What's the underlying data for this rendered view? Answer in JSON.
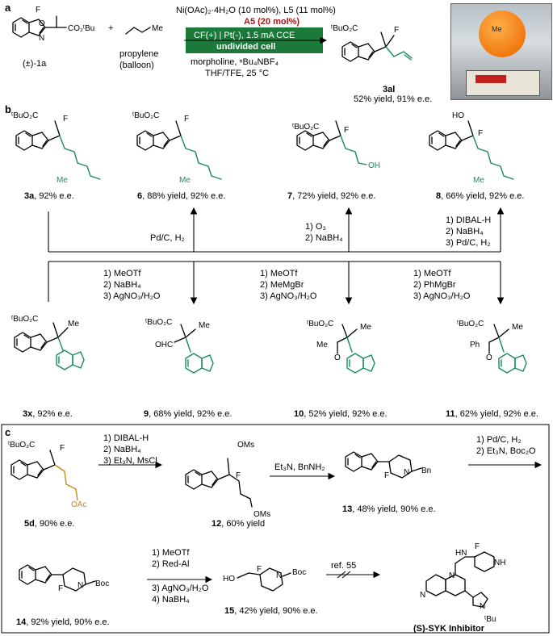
{
  "panel_a": {
    "label": "a",
    "conditions_line1": "Ni(OAc)₂·4H₂O (10 mol%), L5 (11 mol%)",
    "conditions_line2": "A5 (20 mol%)",
    "cell_line1": "CF(+) | Pt(-), 1.5 mA CCE",
    "cell_line2": "undivided cell",
    "conditions_line3": "morpholine, ⁿBu₄NBF₄",
    "conditions_line4": "THF/TFE, 25 °C",
    "substrate_label": "(±)-1a",
    "plus": "+",
    "propylene_label": "propylene",
    "propylene_sub": "(balloon)",
    "product_label": "3al",
    "product_yield": "52% yield, 91% e.e.",
    "me_label": "Me",
    "photo_caption": "Me"
  },
  "panel_b": {
    "label": "b",
    "compounds": [
      {
        "id": "3a",
        "text": ", 92% e.e."
      },
      {
        "id": "6",
        "text": ", 88% yield, 92% e.e."
      },
      {
        "id": "7",
        "text": ", 72% yield, 92% e.e."
      },
      {
        "id": "8",
        "text": ", 66% yield, 92% e.e."
      },
      {
        "id": "3x",
        "text": ", 92% e.e."
      },
      {
        "id": "9",
        "text": ", 68% yield, 92% e.e."
      },
      {
        "id": "10",
        "text": ", 52% yield, 92% e.e."
      },
      {
        "id": "11",
        "text": ", 62% yield, 92% e.e."
      }
    ],
    "cond_6": "Pd/C, H₂",
    "cond_7": [
      "1) O₃",
      "2) NaBH₄"
    ],
    "cond_8": [
      "1) DIBAL-H",
      "2) NaBH₄",
      "3) Pd/C, H₂"
    ],
    "cond_9": [
      "1) MeOTf",
      "2) NaBH₄",
      "3) AgNO₃/H₂O"
    ],
    "cond_10": [
      "1) MeOTf",
      "2) MeMgBr",
      "3) AgNO₃/H₂O"
    ],
    "cond_11": [
      "1) MeOTf",
      "2) PhMgBr",
      "3) AgNO₃/H₂O"
    ]
  },
  "panel_c": {
    "label": "c",
    "cond_12": [
      "1) DIBAL-H",
      "2) NaBH₄",
      "3) Et₃N, MsCl"
    ],
    "cond_13": "Et₃N, BnNH₂",
    "cond_14": [
      "1) Pd/C, H₂",
      "2) Et₃N, Boc₂O"
    ],
    "cond_15": [
      "1) MeOTf",
      "2) Red-Al",
      "3) AgNO₃/H₂O",
      "4) NaBH₄"
    ],
    "cond_syk": "ref. 55",
    "c5d": {
      "id": "5d",
      "text": ", 90% e.e."
    },
    "c12": {
      "id": "12",
      "text": ", 60% yield"
    },
    "c13": {
      "id": "13",
      "text": ", 48% yield, 90% e.e."
    },
    "c14": {
      "id": "14",
      "text": ", 92% yield, 90% e.e."
    },
    "c15": {
      "id": "15",
      "text": ", 42% yield, 90% e.e."
    },
    "syk_label": "(S)-SYK Inhibitor"
  },
  "atoms": {
    "tbuo2c": "ᵗBuO₂C",
    "co2tbu": "CO₂ᵗBu",
    "F": "F",
    "N": "N",
    "O": "O",
    "Me": "Me",
    "OH": "OH",
    "HO": "HO",
    "OHC": "OHC",
    "Ph": "Ph",
    "OMs": "OMs",
    "OAc": "OAc",
    "Bn": "Bn",
    "Boc": "Boc",
    "HN": "HN",
    "NH": "NH",
    "tBu": "ᵗBu"
  }
}
